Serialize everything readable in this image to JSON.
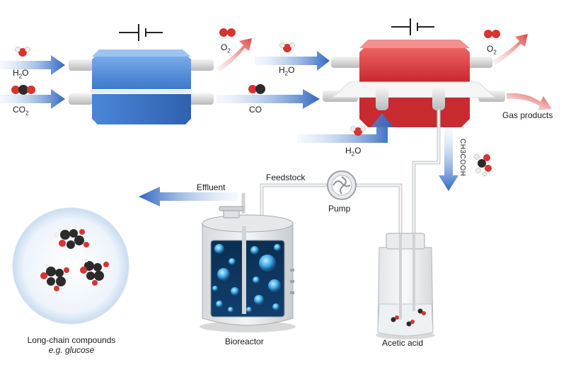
{
  "labels": {
    "h2o_left": "H2O",
    "co2_left": "CO2",
    "o2_left": "O2",
    "h2o_right_top": "H2O",
    "co_mid": "CO",
    "o2_right": "O2",
    "gas_products": "Gas products",
    "h2o_right_bottom": "H2O",
    "acetic_flow": "CH3COOH",
    "effluent": "Effluent",
    "feedstock": "Feedstock",
    "pump": "Pump",
    "bioreactor": "Bioreactor",
    "acetic_acid": "Acetic acid",
    "long_chain_line1": "Long-chain compounds",
    "long_chain_line2": "e.g. glucose"
  },
  "colors": {
    "blue_electrolyzer": "#4a86d8",
    "red_electrolyzer": "#d8363a",
    "flow_arrow_blue": "#3b6fc4",
    "o2_arrow_red": "#d9534f",
    "liquid_blue": "#0e3b66"
  }
}
